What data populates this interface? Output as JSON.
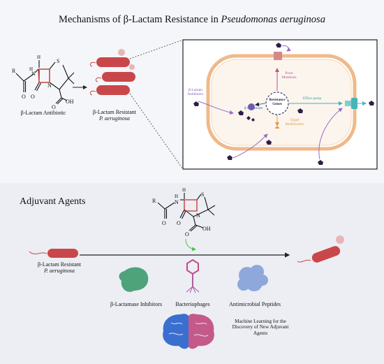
{
  "title": {
    "main": "Mechanisms of β-Lactam Resistance in ",
    "italic": "Pseudomonas aeruginosa"
  },
  "molecule_labels": {
    "r": "R",
    "h": "H",
    "n": "N",
    "s": "S",
    "o": "O",
    "oh": "OH"
  },
  "top": {
    "antibiotic_label": "β-Lactam Antibiotic",
    "resistant_label_line1": "β-Lactam Resistant",
    "resistant_label_line2": "P. aeruginosa",
    "cell": {
      "antibiotics_line1": "β-Lactam",
      "antibiotics_line2": "Antibiotics",
      "porin_line1": "Porin",
      "porin_line2": "Mutations",
      "center_line1": "Resistance",
      "center_line2": "Genes",
      "lactamase": "β-Lactamase",
      "efflux": "Efflux pump",
      "target_line1": "Target",
      "target_line2": "Modification"
    }
  },
  "bottom": {
    "heading": "Adjuvant Agents",
    "resistant_label_line1": "β-Lactam Resistant",
    "resistant_label_line2": "P. aeruginosa",
    "agents": [
      "β-Lactamase Inhibitors",
      "Bacteriophages",
      "Antimicrobial Peptides"
    ],
    "ml_line1": "Machine Learning for the",
    "ml_line2": "Discovery of New Adjuvant",
    "ml_line3": "Agents"
  },
  "colors": {
    "bacterium": "#c9474a",
    "porin": "#d4888c",
    "efflux": "#49b4b8",
    "antibiotic": "#2c1f4a",
    "arrow": "#9b6ac4",
    "membrane": "#f0b98a",
    "brain_left": "#3a6fd0",
    "brain_right": "#c45a8a"
  }
}
